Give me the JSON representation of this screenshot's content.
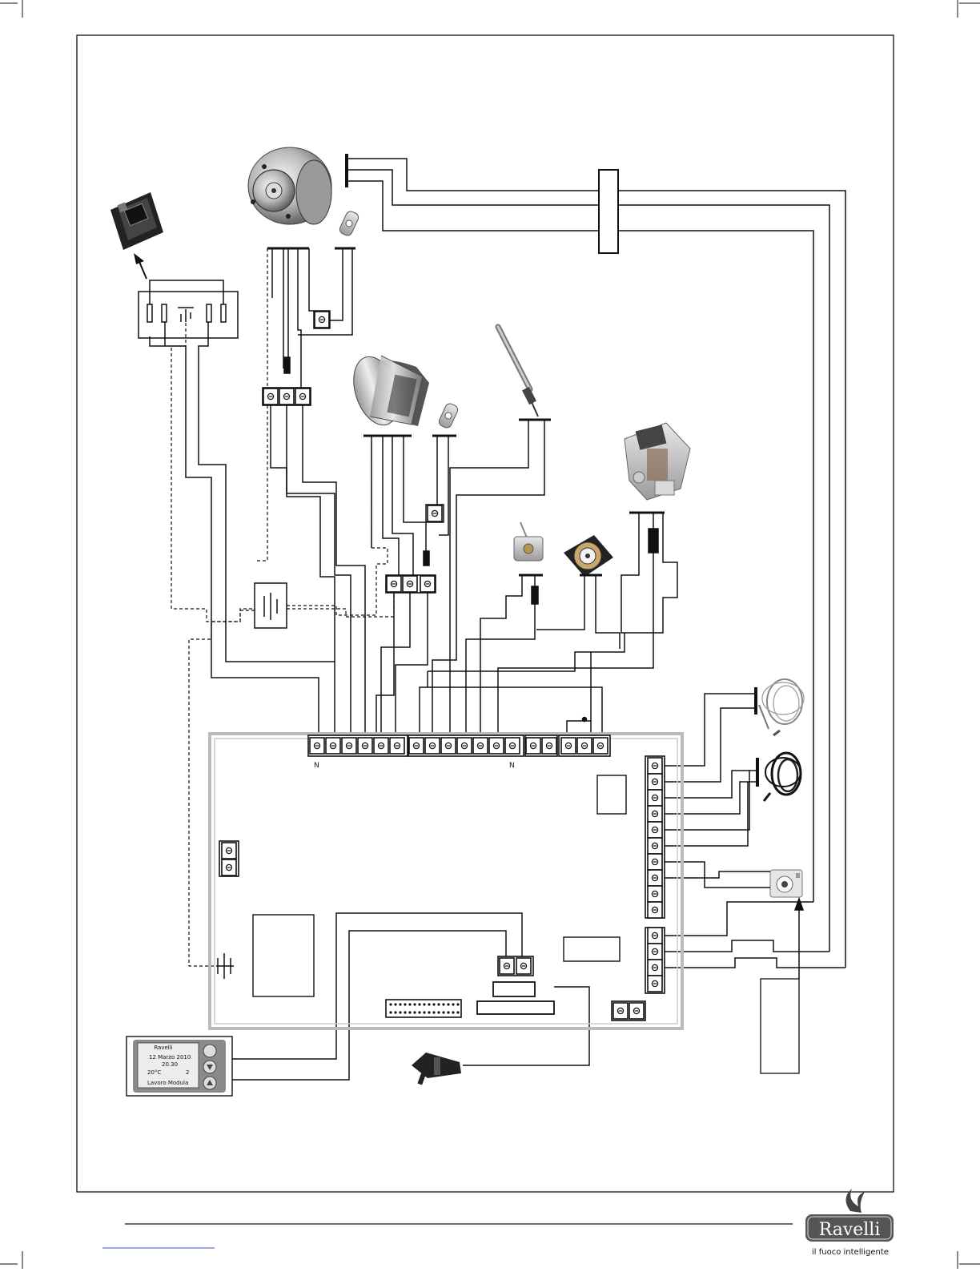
{
  "board": {
    "terminal_labels": [
      "N",
      "N"
    ]
  },
  "display": {
    "brand": "Ravelli",
    "date": "12 Marzo 2010",
    "time": "20.30",
    "temp": "20°C",
    "power": "2",
    "status": "Lavoro Modula"
  },
  "footer": {
    "brand": "Ravelli",
    "slogan": "il fuoco intelligente"
  },
  "colors": {
    "wire": "#111111",
    "board_border": "#bbbbbb",
    "brand_bg": "#555555"
  }
}
